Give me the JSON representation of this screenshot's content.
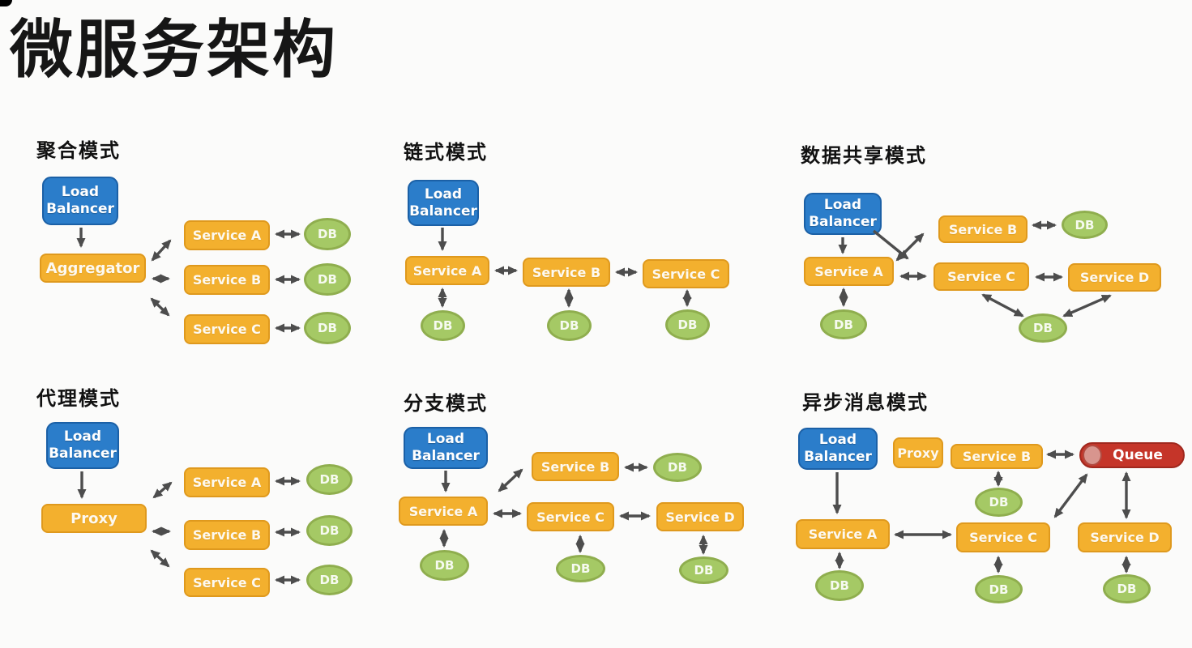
{
  "page_title": "微服务架构",
  "sections": [
    {
      "id": "aggregation",
      "label": "聚合模式"
    },
    {
      "id": "chain",
      "label": "链式模式"
    },
    {
      "id": "data-sharing",
      "label": "数据共享模式"
    },
    {
      "id": "proxy",
      "label": "代理模式"
    },
    {
      "id": "branch",
      "label": "分支模式"
    },
    {
      "id": "async-message",
      "label": "异步消息模式"
    }
  ],
  "node_labels": {
    "load_balancer": "Load\nBalancer",
    "aggregator": "Aggregator",
    "proxy": "Proxy",
    "service_a": "Service A",
    "service_b": "Service B",
    "service_c": "Service C",
    "service_d": "Service D",
    "db": "DB",
    "queue": "Queue"
  },
  "colors": {
    "load_balancer_fill": "#2b7dca",
    "load_balancer_border": "#1b60a6",
    "service_fill": "#f3b02e",
    "service_border": "#df991d",
    "db_fill": "#a5c965",
    "db_border": "#8fae4e",
    "queue_fill": "#c53529",
    "queue_cap": "#d8958e",
    "arrow": "#4d4d4d",
    "background": "#fbfbfa",
    "title_text": "#161616"
  }
}
